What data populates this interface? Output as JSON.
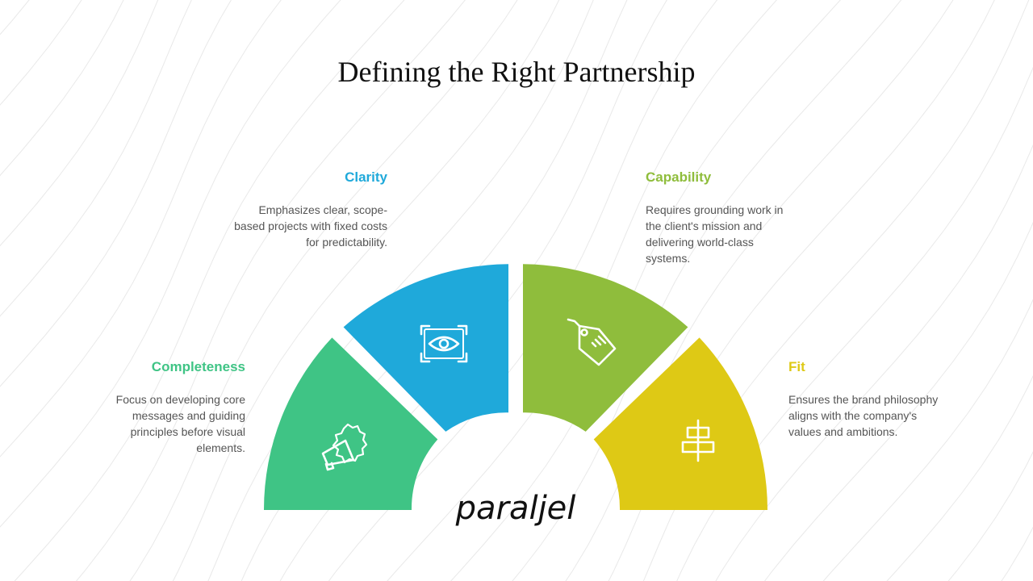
{
  "title": "Defining the Right Partnership",
  "logo_text": "paraljel",
  "segments": [
    {
      "key": "completeness",
      "label": "Completeness",
      "description": "Focus on developing core messages and guiding principles before visual elements.",
      "color": "#3fc485",
      "icon": "megaphone-icon"
    },
    {
      "key": "clarity",
      "label": "Clarity",
      "description": "Emphasizes clear, scope-based projects with fixed costs for predictability.",
      "color": "#1fa9da",
      "icon": "eye-scan-icon"
    },
    {
      "key": "capability",
      "label": "Capability",
      "description": "Requires grounding work in the client's mission and delivering world-class systems.",
      "color": "#8fbd3c",
      "icon": "price-tag-icon"
    },
    {
      "key": "fit",
      "label": "Fit",
      "description": "Ensures the brand philosophy aligns with the company's values and ambitions.",
      "color": "#dec915",
      "icon": "align-center-icon"
    }
  ]
}
